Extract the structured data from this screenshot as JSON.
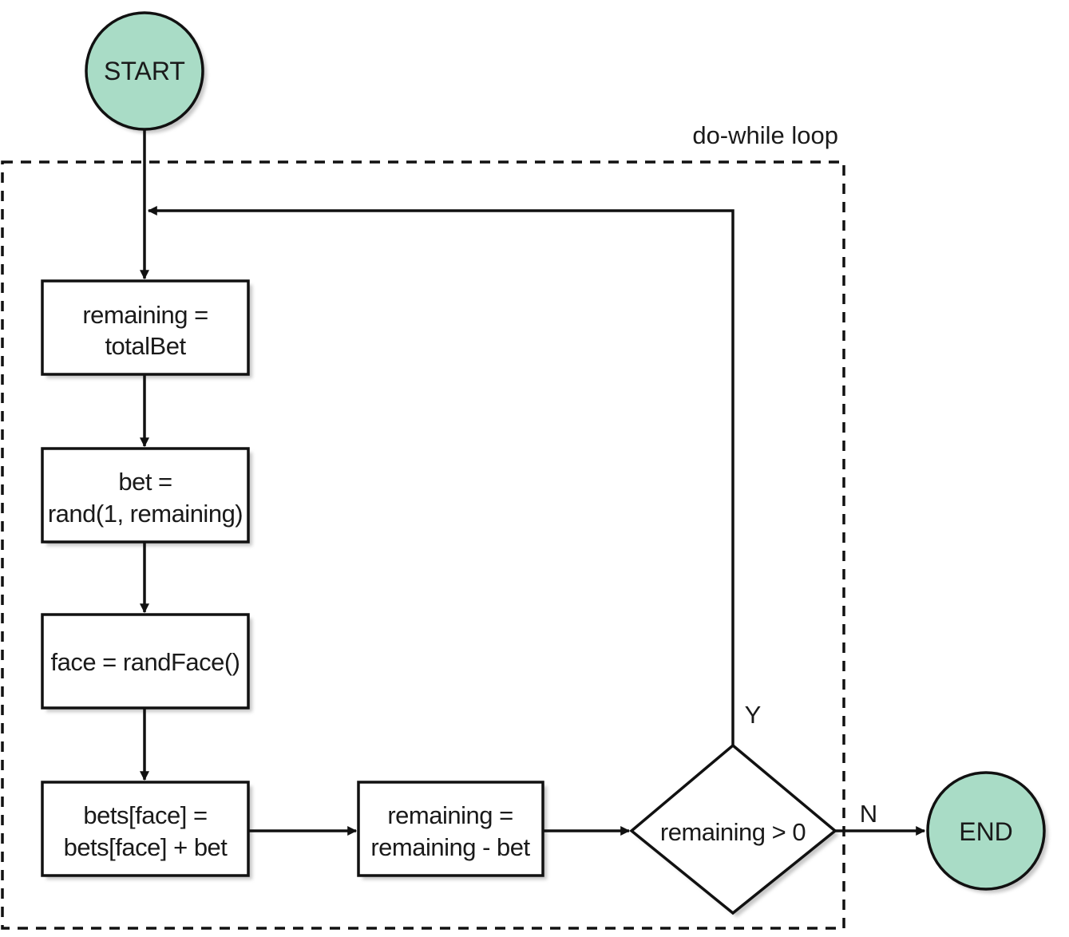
{
  "diagram": {
    "loop_label": "do-while loop",
    "start": {
      "label": "START"
    },
    "end": {
      "label": "END"
    },
    "steps": [
      {
        "lines": [
          "remaining =",
          "totalBet"
        ]
      },
      {
        "lines": [
          "bet =",
          "rand(1, remaining)"
        ]
      },
      {
        "lines": [
          "face = randFace()"
        ]
      },
      {
        "lines": [
          "bets[face] =",
          "bets[face] + bet"
        ]
      },
      {
        "lines": [
          "remaining =",
          "remaining - bet"
        ]
      }
    ],
    "decision": {
      "label": "remaining > 0"
    },
    "branches": {
      "yes": "Y",
      "no": "N"
    }
  },
  "colors": {
    "terminal_fill": "#a9dcc6",
    "stroke": "#111111"
  }
}
